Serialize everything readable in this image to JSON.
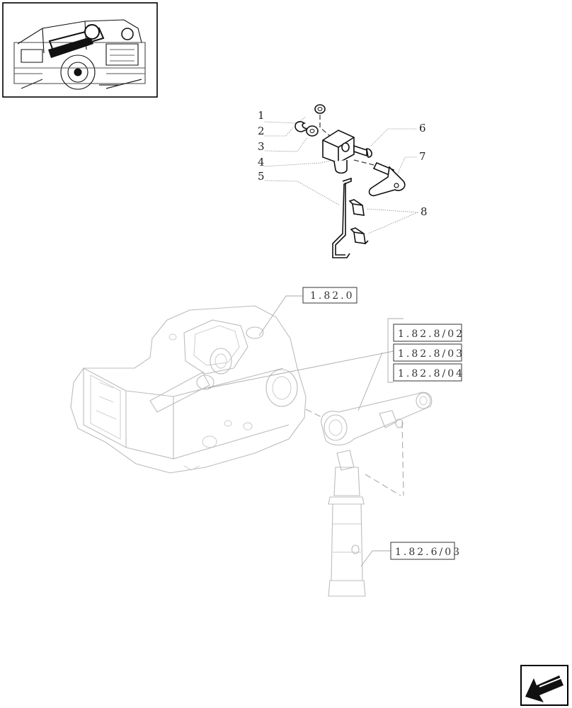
{
  "callouts": [
    "1",
    "2",
    "3",
    "4",
    "5",
    "6",
    "7",
    "8"
  ],
  "references": {
    "r1": "1.82.0",
    "r2": "1.82.8/02",
    "r3": "1.82.8/03",
    "r4": "1.82.8/04",
    "r5": "1.82.6/03"
  },
  "icons": {
    "thumbnail": "tractor-hitch-thumbnail",
    "navigation": "next-page-arrow-icon"
  }
}
